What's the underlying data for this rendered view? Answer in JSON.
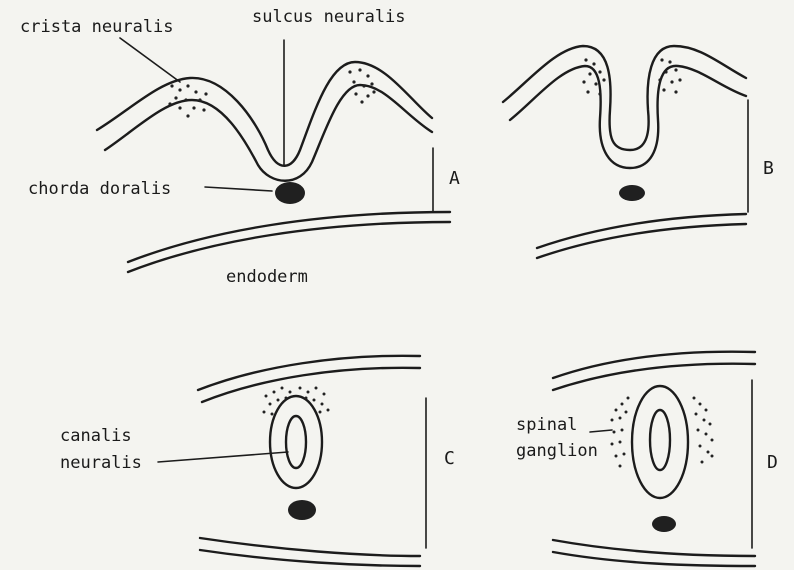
{
  "labels": {
    "crista_neuralis": "crista neuralis",
    "sulcus_neuralis": "sulcus neuralis",
    "chorda_doralis": "chorda doralis",
    "endoderm": "endoderm",
    "canalis": "canalis",
    "neuralis": "neuralis",
    "spinal": "spinal",
    "ganglion": "ganglion"
  },
  "panels": {
    "a": "A",
    "b": "B",
    "c": "C",
    "d": "D"
  },
  "colors": {
    "ink": "#1c1c1c",
    "paper": "#f4f4f0"
  }
}
